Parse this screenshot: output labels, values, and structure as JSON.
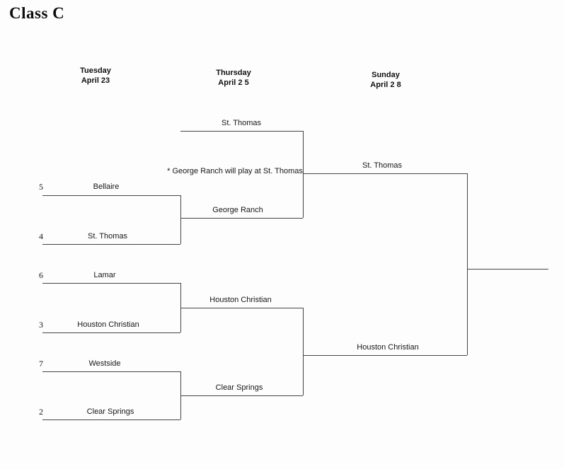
{
  "title": "Class C",
  "dates": [
    {
      "day": "Tuesday",
      "date": "April 23"
    },
    {
      "day": "Thursday",
      "date": "April 2 5"
    },
    {
      "day": "Sunday",
      "date": "April 2 8"
    }
  ],
  "note": "* George Ranch will play at St. Thomas",
  "round1": {
    "game1": {
      "top_seed": "5",
      "top_team": "Bellaire",
      "bottom_seed": "4",
      "bottom_team": "St. Thomas"
    },
    "game2": {
      "top_seed": "6",
      "top_team": "Lamar",
      "bottom_seed": "3",
      "bottom_team": "Houston Christian"
    },
    "game3": {
      "top_seed": "7",
      "top_team": "Westside",
      "bottom_seed": "2",
      "bottom_team": "Clear Springs"
    }
  },
  "semifinals": {
    "semifinal1": {
      "top_team": "St. Thomas",
      "bottom_team": "George Ranch"
    },
    "semifinal2": {
      "top_team": "Houston Christian",
      "bottom_team": "Clear Springs"
    }
  },
  "final": {
    "top_team": "St. Thomas",
    "bottom_team": "Houston Christian"
  }
}
